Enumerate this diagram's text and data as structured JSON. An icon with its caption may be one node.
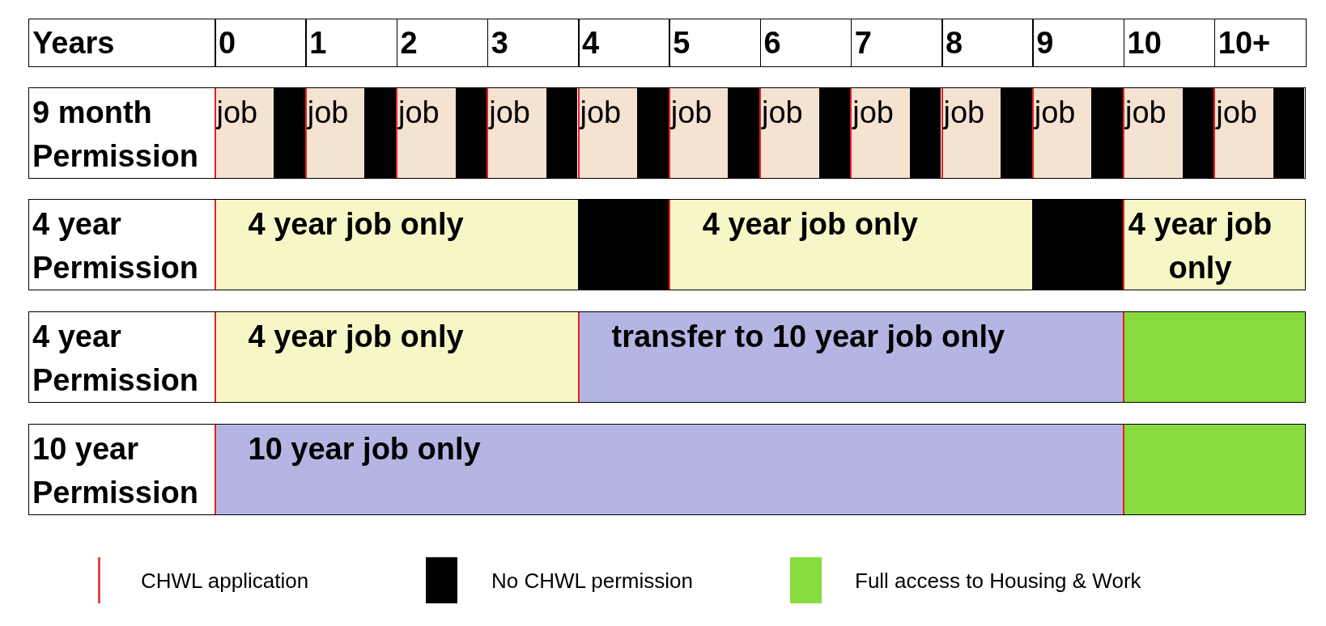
{
  "diagram": {
    "nodes": [
      {
        "text": [
          "9 month Permission"
        ]
      },
      {
        "text": [
          "job"
        ],
        "in": 0
      },
      {
        "text": [],
        "shape": "box",
        "in": 0
      },
      {
        "text": [
          "job"
        ],
        "in": 0
      },
      {
        "text": [],
        "shape": "box",
        "in": 0
      },
      {
        "text": [
          "job"
        ],
        "in": 0
      },
      {
        "text": [],
        "shape": "box",
        "in": 0
      },
      {
        "text": [
          "job"
        ],
        "in": 0
      },
      {
        "text": [],
        "shape": "box",
        "in": 0
      },
      {
        "text": [
          "job"
        ],
        "in": 0
      },
      {
        "text": [],
        "shape": "box",
        "in": 0
      },
      {
        "text": [
          "job"
        ],
        "in": 0
      },
      {
        "text": [],
        "shape": "box",
        "in": 0
      },
      {
        "text": [
          "job"
        ],
        "in": 0
      },
      {
        "text": [],
        "shape": "box",
        "in": 0
      },
      {
        "text": [
          "job"
        ],
        "in": 0
      },
      {
        "text": [],
        "shape": "box",
        "in": 0
      },
      {
        "text": [
          "job"
        ],
        "in": 0
      },
      {
        "text": [],
        "shape": "box",
        "in": 0
      },
      {
        "text": [
          "job"
        ],
        "in": 0
      },
      {
        "text": [],
        "shape": "box",
        "in": 0
      },
      {
        "text": [
          "job"
        ],
        "in": 0
      },
      {
        "text": [],
        "shape": "box",
        "in": 0
      },
      {
        "text": [
          "job"
        ],
        "in": 0
      },
      {
        "text": [],
        "shape": "box",
        "in": 0
      },
      {
        "text": [
          "4 year Permission"
        ]
      },
      {
        "text": [
          "4 year job only"
        ],
        "in": 25
      },
      {
        "text": [],
        "shape": "box",
        "in": 25
      },
      {
        "text": [
          "4 year job only"
        ],
        "in": 25
      },
      {
        "text": [],
        "shape": "box",
        "in": 25
      },
      {
        "text": [
          "4 year job only"
        ],
        "in": 25
      },
      {
        "text": [
          "4 year Permission"
        ]
      },
      {
        "text": [
          "4 year job only"
        ],
        "in": 31
      },
      {
        "text": [
          "transfer to 10 year job only"
        ],
        "in": 31
      },
      {
        "text": [],
        "shape": "box",
        "in": 31
      },
      {
        "text": [
          "10 year Permission"
        ]
      },
      {
        "text": [
          "10 year job only"
        ],
        "in": 35
      },
      {
        "text": [],
        "shape": "box",
        "in": 35
      }
    ],
    "labels": [
      "Years",
      "0",
      "1",
      "2",
      "3",
      "4",
      "5",
      "6",
      "7",
      "8",
      "9",
      "10",
      "10+"
    ],
    "legend": [
      {
        "text": "CHWL application"
      },
      {
        "text": "No CHWL permission",
        "color": "#000000"
      },
      {
        "text": "Full access to Housing & Work",
        "color": "#88db3f"
      }
    ]
  }
}
